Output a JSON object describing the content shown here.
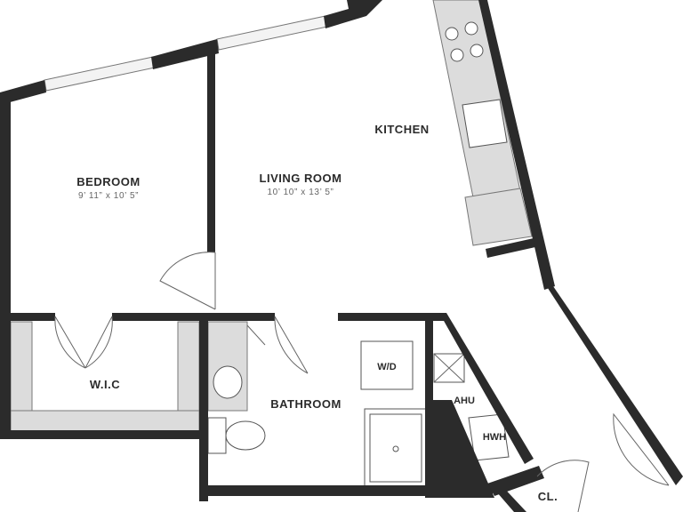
{
  "rooms": {
    "bedroom": {
      "name": "BEDROOM",
      "dimensions": "9’ 11” x 10’ 5”"
    },
    "living_room": {
      "name": "LIVING ROOM",
      "dimensions": "10’ 10” x 13’ 5”"
    },
    "kitchen": {
      "name": "KITCHEN"
    },
    "wic": {
      "name": "W.I.C"
    },
    "bathroom": {
      "name": "BATHROOM"
    },
    "closet": {
      "name": "CL."
    }
  },
  "fixtures": {
    "washer_dryer": "W/D",
    "ahu": "AHU",
    "hwh": "HWH"
  },
  "colors": {
    "wall": "#2b2b2b",
    "counter": "#dcdcdc",
    "background": "#ffffff"
  }
}
